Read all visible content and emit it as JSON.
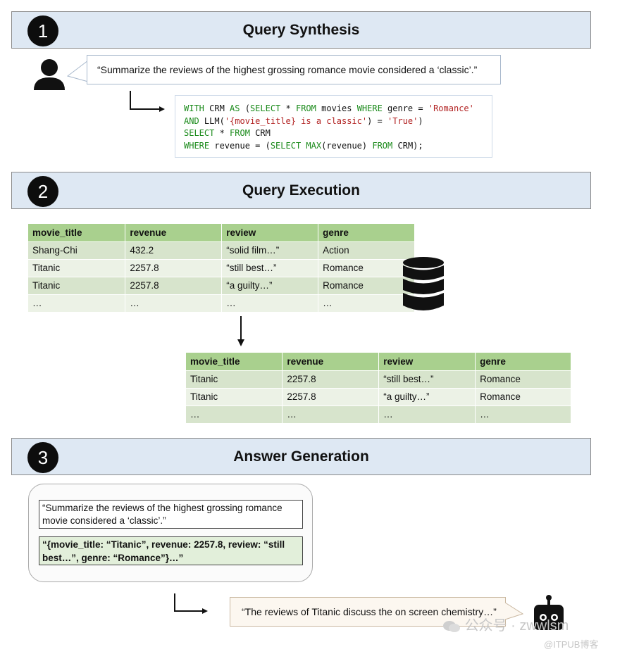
{
  "sections": [
    {
      "number": "1",
      "title": "Query Synthesis"
    },
    {
      "number": "2",
      "title": "Query Execution"
    },
    {
      "number": "3",
      "title": "Answer Generation"
    }
  ],
  "user_request": "“Summarize the reviews of the highest grossing romance movie considered a ‘classic’.”",
  "sql": {
    "l1_kw1": "WITH",
    "l1_t1": " CRM ",
    "l1_kw2": "AS",
    "l1_t2": " (",
    "l1_kw3": "SELECT",
    "l1_t3": " * ",
    "l1_kw4": "FROM",
    "l1_t4": " movies ",
    "l1_kw5": "WHERE",
    "l1_t5": " genre = ",
    "l1_s1": "'Romance'",
    "l2_kw1": "AND",
    "l2_t1": " LLM(",
    "l2_s1": "'{movie_title} is a classic'",
    "l2_t2": ") = ",
    "l2_s2": "'True'",
    "l2_t3": ")",
    "l3_kw1": "SELECT",
    "l3_t1": " * ",
    "l3_kw2": "FROM",
    "l3_t2": " CRM",
    "l4_kw1": "WHERE",
    "l4_t1": " revenue = (",
    "l4_kw2": "SELECT",
    "l4_t2": " ",
    "l4_kw3": "MAX",
    "l4_t3": "(revenue) ",
    "l4_kw4": "FROM",
    "l4_t4": " CRM);"
  },
  "table_full": {
    "headers": [
      "movie_title",
      "revenue",
      "review",
      "genre"
    ],
    "rows": [
      [
        "Shang-Chi",
        "432.2",
        "“solid film…”",
        "Action"
      ],
      [
        "Titanic",
        "2257.8",
        "“still best…”",
        "Romance"
      ],
      [
        "Titanic",
        "2257.8",
        "“a guilty…”",
        "Romance"
      ],
      [
        "…",
        "…",
        "…",
        "…"
      ]
    ]
  },
  "table_filtered": {
    "headers": [
      "movie_title",
      "revenue",
      "review",
      "genre"
    ],
    "rows": [
      [
        "Titanic",
        "2257.8",
        "“still best…”",
        "Romance"
      ],
      [
        "Titanic",
        "2257.8",
        "“a guilty…”",
        "Romance"
      ],
      [
        "…",
        "…",
        "…",
        "…"
      ]
    ]
  },
  "answer": {
    "question": "“Summarize the reviews of the highest grossing romance movie considered a ‘classic’.”",
    "context": "“{movie_title: “Titanic”, revenue: 2257.8, review: “still best…”, genre: “Romance”}…”",
    "response": "“The reviews of Titanic discuss the on screen chemistry…”"
  },
  "watermark": {
    "main": "公众号 · zwwlsm",
    "sub": "@ITPUB博客"
  }
}
